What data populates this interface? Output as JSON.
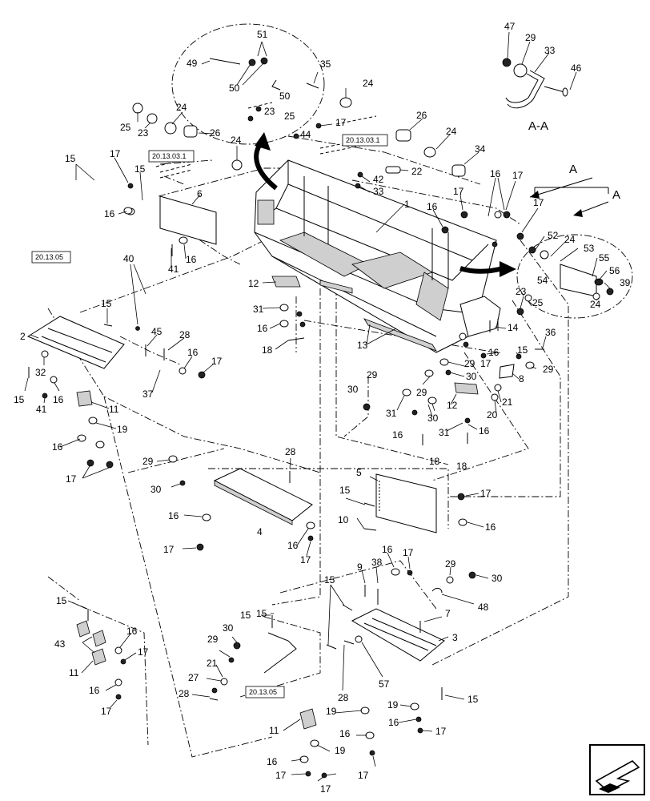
{
  "section_labels": {
    "aa": "A-A",
    "arrow_a_top": "A",
    "arrow_a_right": "A"
  },
  "references": [
    "20.13.03.1",
    "20.13.03.1",
    "20.13.05",
    "20.13.05"
  ],
  "callouts": [
    {
      "id": "c51",
      "text": "51"
    },
    {
      "id": "c49",
      "text": "49"
    },
    {
      "id": "c50a",
      "text": "50"
    },
    {
      "id": "c50b",
      "text": "50"
    },
    {
      "id": "c35",
      "text": "35"
    },
    {
      "id": "c24a",
      "text": "24"
    },
    {
      "id": "c23a",
      "text": "23"
    },
    {
      "id": "c25a",
      "text": "25"
    },
    {
      "id": "c44",
      "text": "44"
    },
    {
      "id": "c17a",
      "text": "17"
    },
    {
      "id": "c25b",
      "text": "25"
    },
    {
      "id": "c23b",
      "text": "23"
    },
    {
      "id": "c24b",
      "text": "24"
    },
    {
      "id": "c26a",
      "text": "26"
    },
    {
      "id": "c24c",
      "text": "24"
    },
    {
      "id": "c26b",
      "text": "26"
    },
    {
      "id": "c24d",
      "text": "24"
    },
    {
      "id": "c34",
      "text": "34"
    },
    {
      "id": "c22",
      "text": "22"
    },
    {
      "id": "c42",
      "text": "42"
    },
    {
      "id": "c33a",
      "text": "33"
    },
    {
      "id": "c47",
      "text": "47"
    },
    {
      "id": "c29a",
      "text": "29"
    },
    {
      "id": "c33b",
      "text": "33"
    },
    {
      "id": "c46",
      "text": "46"
    },
    {
      "id": "c15a",
      "text": "15"
    },
    {
      "id": "c17b",
      "text": "17"
    },
    {
      "id": "c15b",
      "text": "15"
    },
    {
      "id": "c6",
      "text": "6"
    },
    {
      "id": "c16a",
      "text": "16"
    },
    {
      "id": "c1",
      "text": "1"
    },
    {
      "id": "c16b",
      "text": "16"
    },
    {
      "id": "c17c",
      "text": "17"
    },
    {
      "id": "c17d",
      "text": "17"
    },
    {
      "id": "c16c",
      "text": "16"
    },
    {
      "id": "c17e",
      "text": "17"
    },
    {
      "id": "c40",
      "text": "40"
    },
    {
      "id": "c41a",
      "text": "41"
    },
    {
      "id": "c16d",
      "text": "16"
    },
    {
      "id": "c12a",
      "text": "12"
    },
    {
      "id": "c52",
      "text": "52"
    },
    {
      "id": "c24e",
      "text": "24"
    },
    {
      "id": "c53",
      "text": "53"
    },
    {
      "id": "c55",
      "text": "55"
    },
    {
      "id": "c56",
      "text": "56"
    },
    {
      "id": "c54",
      "text": "54"
    },
    {
      "id": "c39",
      "text": "39"
    },
    {
      "id": "c24f",
      "text": "24"
    },
    {
      "id": "c31a",
      "text": "31"
    },
    {
      "id": "c16e",
      "text": "16"
    },
    {
      "id": "c18a",
      "text": "18"
    },
    {
      "id": "c15c",
      "text": "15"
    },
    {
      "id": "c2",
      "text": "2"
    },
    {
      "id": "c45",
      "text": "45"
    },
    {
      "id": "c28a",
      "text": "28"
    },
    {
      "id": "c16f",
      "text": "16"
    },
    {
      "id": "c17f",
      "text": "17"
    },
    {
      "id": "c13",
      "text": "13"
    },
    {
      "id": "c23c",
      "text": "23"
    },
    {
      "id": "c25c",
      "text": "25"
    },
    {
      "id": "c14",
      "text": "14"
    },
    {
      "id": "c36",
      "text": "36"
    },
    {
      "id": "c15d",
      "text": "15"
    },
    {
      "id": "c16g",
      "text": "16"
    },
    {
      "id": "c17g",
      "text": "17"
    },
    {
      "id": "c29b",
      "text": "29"
    },
    {
      "id": "c8",
      "text": "8"
    },
    {
      "id": "c29c",
      "text": "29"
    },
    {
      "id": "c30a",
      "text": "30"
    },
    {
      "id": "c29d",
      "text": "29"
    },
    {
      "id": "c30b",
      "text": "30"
    },
    {
      "id": "c29e",
      "text": "29"
    },
    {
      "id": "c21a",
      "text": "21"
    },
    {
      "id": "c20",
      "text": "20"
    },
    {
      "id": "c32",
      "text": "32"
    },
    {
      "id": "c15e",
      "text": "15"
    },
    {
      "id": "c16h",
      "text": "16"
    },
    {
      "id": "c41b",
      "text": "41"
    },
    {
      "id": "c37",
      "text": "37"
    },
    {
      "id": "c11a",
      "text": "11"
    },
    {
      "id": "c19a",
      "text": "19"
    },
    {
      "id": "c16i",
      "text": "16"
    },
    {
      "id": "c17h",
      "text": "17"
    },
    {
      "id": "c31b",
      "text": "31"
    },
    {
      "id": "c30c",
      "text": "30"
    },
    {
      "id": "c12b",
      "text": "12"
    },
    {
      "id": "c16j",
      "text": "16"
    },
    {
      "id": "c31c",
      "text": "31"
    },
    {
      "id": "c16k",
      "text": "16"
    },
    {
      "id": "c18b",
      "text": "18"
    },
    {
      "id": "c18c",
      "text": "18"
    },
    {
      "id": "c29f",
      "text": "29"
    },
    {
      "id": "c30d",
      "text": "30"
    },
    {
      "id": "c28b",
      "text": "28"
    },
    {
      "id": "c4",
      "text": "4"
    },
    {
      "id": "c16l",
      "text": "16"
    },
    {
      "id": "c17i",
      "text": "17"
    },
    {
      "id": "c16m",
      "text": "16"
    },
    {
      "id": "c17j",
      "text": "17"
    },
    {
      "id": "c5",
      "text": "5"
    },
    {
      "id": "c15f",
      "text": "15"
    },
    {
      "id": "c17k",
      "text": "17"
    },
    {
      "id": "c10",
      "text": "10"
    },
    {
      "id": "c16n",
      "text": "16"
    },
    {
      "id": "c16o",
      "text": "16"
    },
    {
      "id": "c17l",
      "text": "17"
    },
    {
      "id": "c9",
      "text": "9"
    },
    {
      "id": "c38",
      "text": "38"
    },
    {
      "id": "c29g",
      "text": "29"
    },
    {
      "id": "c30e",
      "text": "30"
    },
    {
      "id": "c48",
      "text": "48"
    },
    {
      "id": "c15g",
      "text": "15"
    },
    {
      "id": "c7",
      "text": "7"
    },
    {
      "id": "c3",
      "text": "3"
    },
    {
      "id": "c15h",
      "text": "15"
    },
    {
      "id": "c15i",
      "text": "15"
    },
    {
      "id": "c16p",
      "text": "16"
    },
    {
      "id": "c43",
      "text": "43"
    },
    {
      "id": "c17m",
      "text": "17"
    },
    {
      "id": "c11b",
      "text": "11"
    },
    {
      "id": "c16q",
      "text": "16"
    },
    {
      "id": "c17n",
      "text": "17"
    },
    {
      "id": "c15j",
      "text": "15"
    },
    {
      "id": "c30f",
      "text": "30"
    },
    {
      "id": "c29h",
      "text": "29"
    },
    {
      "id": "c27",
      "text": "27"
    },
    {
      "id": "c21b",
      "text": "21"
    },
    {
      "id": "c28c",
      "text": "28"
    },
    {
      "id": "c28d",
      "text": "28"
    },
    {
      "id": "c57",
      "text": "57"
    },
    {
      "id": "c19b",
      "text": "19"
    },
    {
      "id": "c19c",
      "text": "19"
    },
    {
      "id": "c16r",
      "text": "16"
    },
    {
      "id": "c17o",
      "text": "17"
    },
    {
      "id": "c15k",
      "text": "15"
    },
    {
      "id": "c11c",
      "text": "11"
    },
    {
      "id": "c16s",
      "text": "16"
    },
    {
      "id": "c19d",
      "text": "19"
    },
    {
      "id": "c16t",
      "text": "16"
    },
    {
      "id": "c17p",
      "text": "17"
    },
    {
      "id": "c17q",
      "text": "17"
    },
    {
      "id": "c17r",
      "text": "17"
    }
  ]
}
